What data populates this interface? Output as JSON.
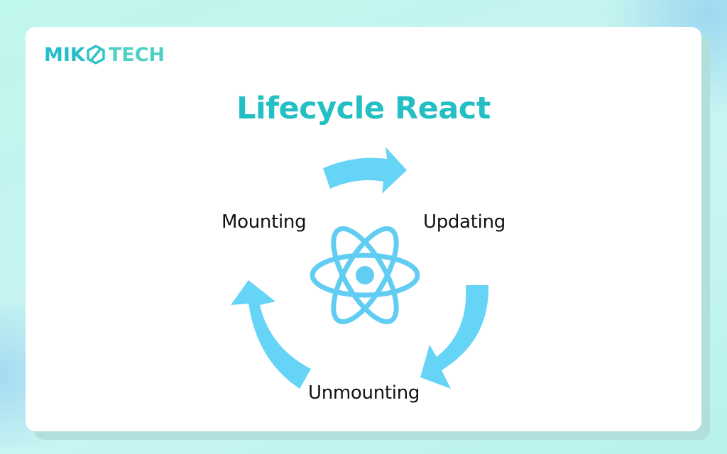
{
  "brand": {
    "left_text": "MIK",
    "right_text": "TECH",
    "emblem_icon": "hexagon-slash-icon",
    "colors": {
      "primary": "#24bec8",
      "secondary": "#4ed0c6"
    }
  },
  "title": "Lifecycle React",
  "diagram": {
    "center_icon": "react-atom-icon",
    "phases": [
      {
        "label": "Mounting",
        "position": "top-left"
      },
      {
        "label": "Updating",
        "position": "top-right"
      },
      {
        "label": "Unmounting",
        "position": "bottom"
      }
    ],
    "arrows": [
      {
        "from": "Mounting",
        "to": "Updating",
        "icon": "curved-arrow-right-icon"
      },
      {
        "from": "Updating",
        "to": "Unmounting",
        "icon": "curved-arrow-down-left-icon"
      },
      {
        "from": "Unmounting",
        "to": "Mounting",
        "icon": "curved-arrow-up-icon"
      }
    ],
    "colors": {
      "arrow": "#66d4f6",
      "atom": "#62cdf2",
      "title": "#23bfc4"
    }
  }
}
